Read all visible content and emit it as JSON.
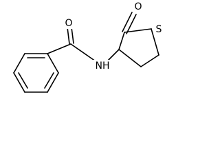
{
  "atoms": {
    "amide_oxygen": "O",
    "amide_nitrogen": "NH",
    "lactone_oxygen": "O",
    "ring_sulfur": "S"
  }
}
